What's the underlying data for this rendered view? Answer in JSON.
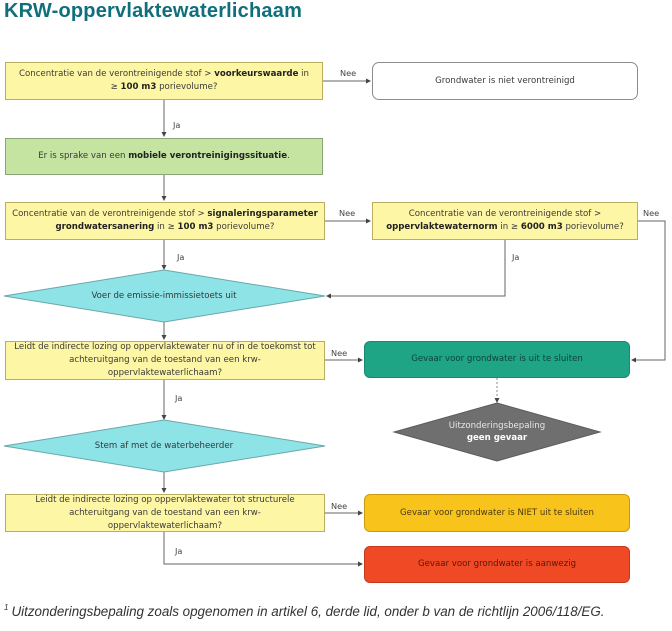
{
  "title": "KRW-oppervlaktewaterlichaam",
  "nodes": {
    "q1": {
      "pre": "Concentratie van de verontreinigende stof > ",
      "bold1": "voorkeurswaarde",
      "mid": " in",
      "line2_pre": "≥ ",
      "bold2": "100 m3",
      "post": " porievolume?"
    },
    "not_polluted": {
      "text": "Grondwater is niet verontreinigd"
    },
    "mobile": {
      "pre": "Er is sprake van een ",
      "bold": "mobiele verontreinigingssituatie",
      "post": "."
    },
    "q2": {
      "pre": "Concentratie van de verontreinigende stof > ",
      "bold1": "signaleringsparameter",
      "bold2": "grondwatersanering",
      "mid": " in ≥ ",
      "bold3": "100 m3",
      "post": " porievolume?"
    },
    "q3": {
      "pre": "Concentratie van de verontreinigende stof >",
      "bold1": "oppervlaktewaternorm",
      "mid": " in ≥ ",
      "bold2": "6000 m3",
      "post": " porievolume?"
    },
    "test": {
      "text": "Voer de emissie-immissietoets uit"
    },
    "q4": {
      "line1": "Leidt de indirecte lozing op oppervlaktewater nu of in de toekomst tot",
      "line2": "achteruitgang van de toestand van een krw-oppervlaktewaterlichaam?"
    },
    "excluded": {
      "text": "Gevaar voor grondwater is uit te sluiten"
    },
    "exception": {
      "line1": "Uitzonderingsbepaling",
      "line2": "geen gevaar"
    },
    "consult": {
      "text": "Stem af met de waterbeheerder"
    },
    "q5": {
      "line1": "Leidt de indirecte lozing op oppervlaktewater tot structurele",
      "line2": "achteruitgang van de toestand van een krw-oppervlaktewaterlichaam?"
    },
    "not_excluded": {
      "text": "Gevaar voor grondwater is NIET uit te sluiten"
    },
    "present": {
      "text": "Gevaar voor grondwater is aanwezig"
    }
  },
  "edge_labels": {
    "yes": "Ja",
    "no": "Nee"
  },
  "footnote": {
    "marker": "1",
    "text": "Uitzonderingsbepaling zoals opgenomen in artikel 6, derde lid, onder b van de richtlijn 2006/118/EG."
  },
  "colors": {
    "title": "#0f6f7b",
    "question": "#fdf6a4",
    "situation": "#c5e3a1",
    "action": "#8ee3e6",
    "excluded": "#1da585",
    "exception": "#6f6f6f",
    "not_excluded": "#f8c31a",
    "present": "#ef4a25"
  }
}
